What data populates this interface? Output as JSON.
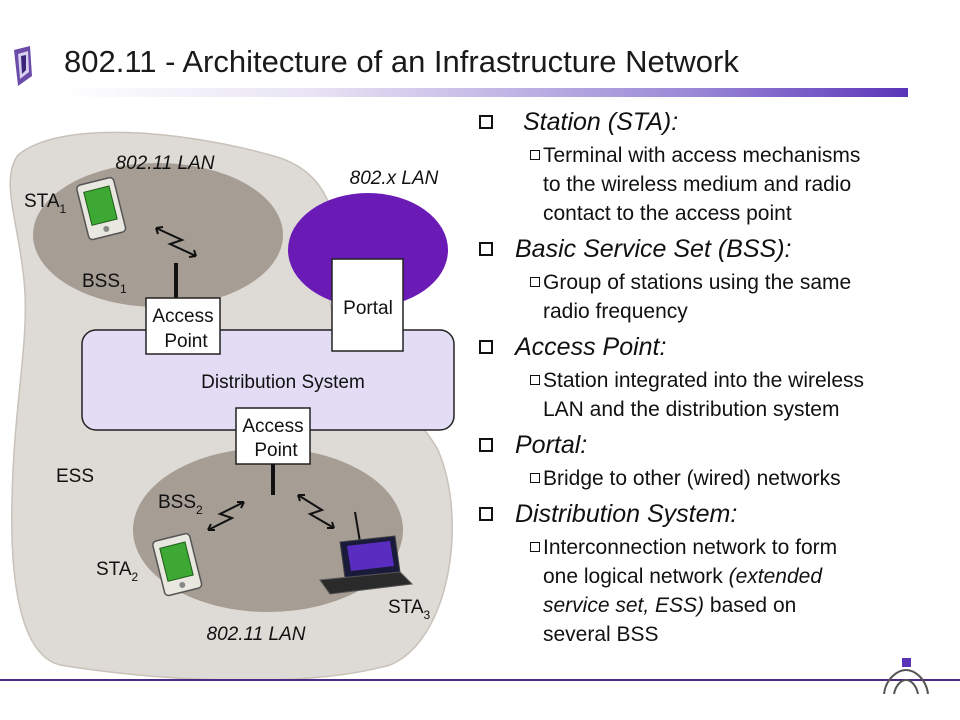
{
  "title": "802.11 - Architecture of an Infrastructure Network",
  "diagram": {
    "lan_top": "802.11 LAN",
    "lan_bottom": "802.11 LAN",
    "x_lan": "802.x LAN",
    "sta1": "STA",
    "sta1_sub": "1",
    "sta2": "STA",
    "sta2_sub": "2",
    "sta3": "STA",
    "sta3_sub": "3",
    "bss1": "BSS",
    "bss1_sub": "1",
    "bss2": "BSS",
    "bss2_sub": "2",
    "access_point_1_line1": "Access",
    "access_point_1_line2": "Point",
    "access_point_2_line1": "Access",
    "access_point_2_line2": "Point",
    "portal": "Portal",
    "distribution_system": "Distribution System",
    "ess": "ESS"
  },
  "bullets": [
    {
      "heading": "Station (STA):",
      "desc": [
        "Terminal with access mechanisms",
        "to the wireless medium and radio",
        "contact to the access point"
      ]
    },
    {
      "heading": "Basic Service Set (BSS):",
      "desc": [
        "Group of stations using the same",
        "radio frequency"
      ]
    },
    {
      "heading": "Access Point:",
      "desc": [
        "Station integrated into the wireless",
        "LAN and the distribution system"
      ]
    },
    {
      "heading": "Portal:",
      "desc": [
        "Bridge to other (wired) networks"
      ]
    },
    {
      "heading": "Distribution System:",
      "desc_a": "Interconnection network to form",
      "desc_b": "one logical network ",
      "desc_b_it": "(extended",
      "desc_c_it": "service set, ESS)",
      "desc_c": " based on",
      "desc_d": "several BSS"
    }
  ],
  "colors": {
    "accent": "#5a34b8",
    "portal_lan": "#6a1bb6",
    "bss": "#a69d94",
    "ess": "#dedad5",
    "ds": "#e2dcf4"
  }
}
